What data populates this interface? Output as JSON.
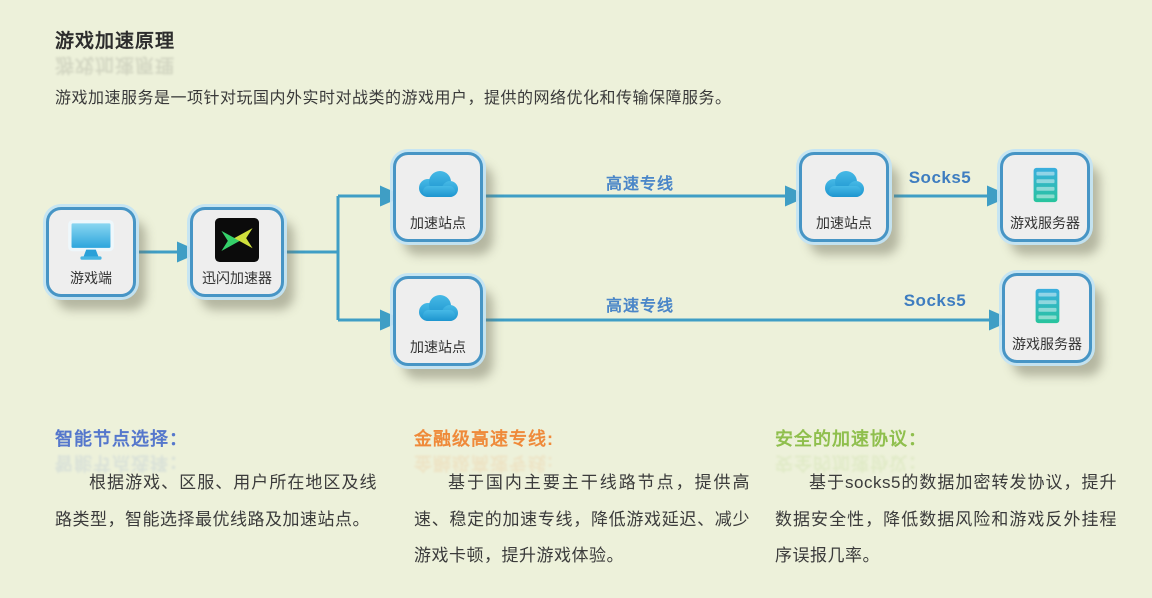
{
  "page": {
    "title": "游戏加速原理",
    "subtitle": "游戏加速服务是一项针对玩国内外实时对战类的游戏用户，提供的网络优化和传输保障服务。"
  },
  "diagram": {
    "nodes": [
      {
        "id": "game-client",
        "label": "游戏端",
        "icon": "monitor-icon"
      },
      {
        "id": "accelerator-app",
        "label": "迅闪加速器",
        "icon": "xunshan-logo-icon"
      },
      {
        "id": "accel-node-top",
        "label": "加速站点",
        "icon": "cloud-icon"
      },
      {
        "id": "accel-node-bottom",
        "label": "加速站点",
        "icon": "cloud-icon"
      },
      {
        "id": "accel-node-remote",
        "label": "加速站点",
        "icon": "cloud-icon"
      },
      {
        "id": "game-server-top",
        "label": "游戏服务器",
        "icon": "server-icon"
      },
      {
        "id": "game-server-bottom",
        "label": "游戏服务器",
        "icon": "server-icon"
      }
    ],
    "edges": {
      "top_line_label": "高速专线",
      "top_socks_label": "Socks5",
      "bottom_line_label": "高速专线",
      "bottom_socks_label": "Socks5"
    },
    "colors": {
      "background": "#edf1da",
      "arrow": "#3f9ec5",
      "box_border": "#4795c5",
      "box_fill": "#eeeeee",
      "edge_label_blue": "#4a86c8",
      "cloud_blue": "#2ba7dc",
      "server_teal": "#2bbcae",
      "logo_green": "#35d06a",
      "logo_yellow": "#cfe03c"
    }
  },
  "features": [
    {
      "heading": "智能节点选择：",
      "color": "#5577cc",
      "body": "根据游戏、区服、用户所在地区及线路类型，智能选择最优线路及加速站点。"
    },
    {
      "heading": "金融级高速专线:",
      "color": "#ef8a3a",
      "body": "基于国内主要主干线路节点，提供高速、稳定的加速专线，降低游戏延迟、减少游戏卡顿，提升游戏体验。"
    },
    {
      "heading": "安全的加速协议：",
      "color": "#8fbf4d",
      "body": "基于socks5的数据加密转发协议，提升数据安全性，降低数据风险和游戏反外挂程序误报几率。"
    }
  ]
}
